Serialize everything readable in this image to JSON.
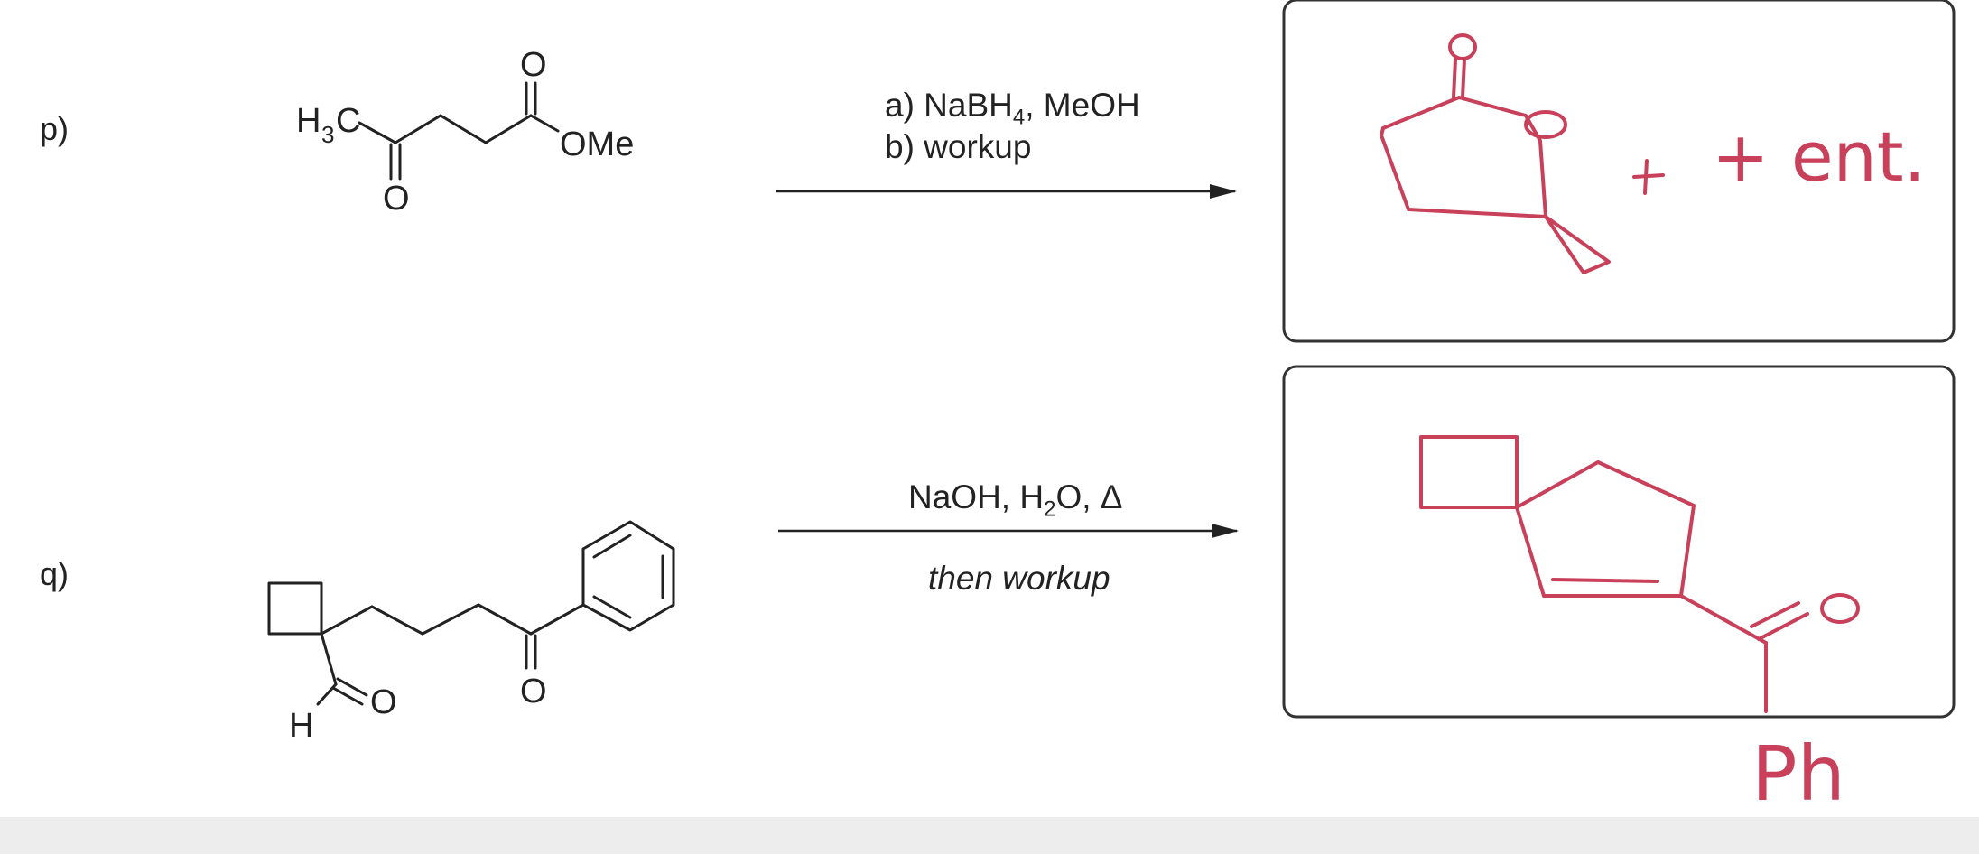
{
  "problems": [
    {
      "label": "p)",
      "reagents": {
        "line1_prefix": "a) NaBH",
        "line1_sub": "4",
        "line1_suffix": ", MeOH",
        "line2": "b) workup"
      },
      "reactant_atoms": {
        "methyl": "H",
        "methyl_sub": "3",
        "methyl_c": "C",
        "ketone_o": "O",
        "ester_o": "O",
        "ome": "OMe"
      },
      "answer_note": "+ ent."
    },
    {
      "label": "q)",
      "reagents": {
        "line1_prefix": "NaOH, H",
        "line1_sub": "2",
        "line1_suffix": "O, Δ",
        "line2": "then workup"
      },
      "reactant_atoms": {
        "aldehyde_h": "H",
        "aldehyde_o": "O",
        "ketone_o": "O"
      },
      "answer_note": "Ph"
    }
  ],
  "colors": {
    "ink": "#c8405a",
    "text": "#222222",
    "box": "#333333"
  }
}
